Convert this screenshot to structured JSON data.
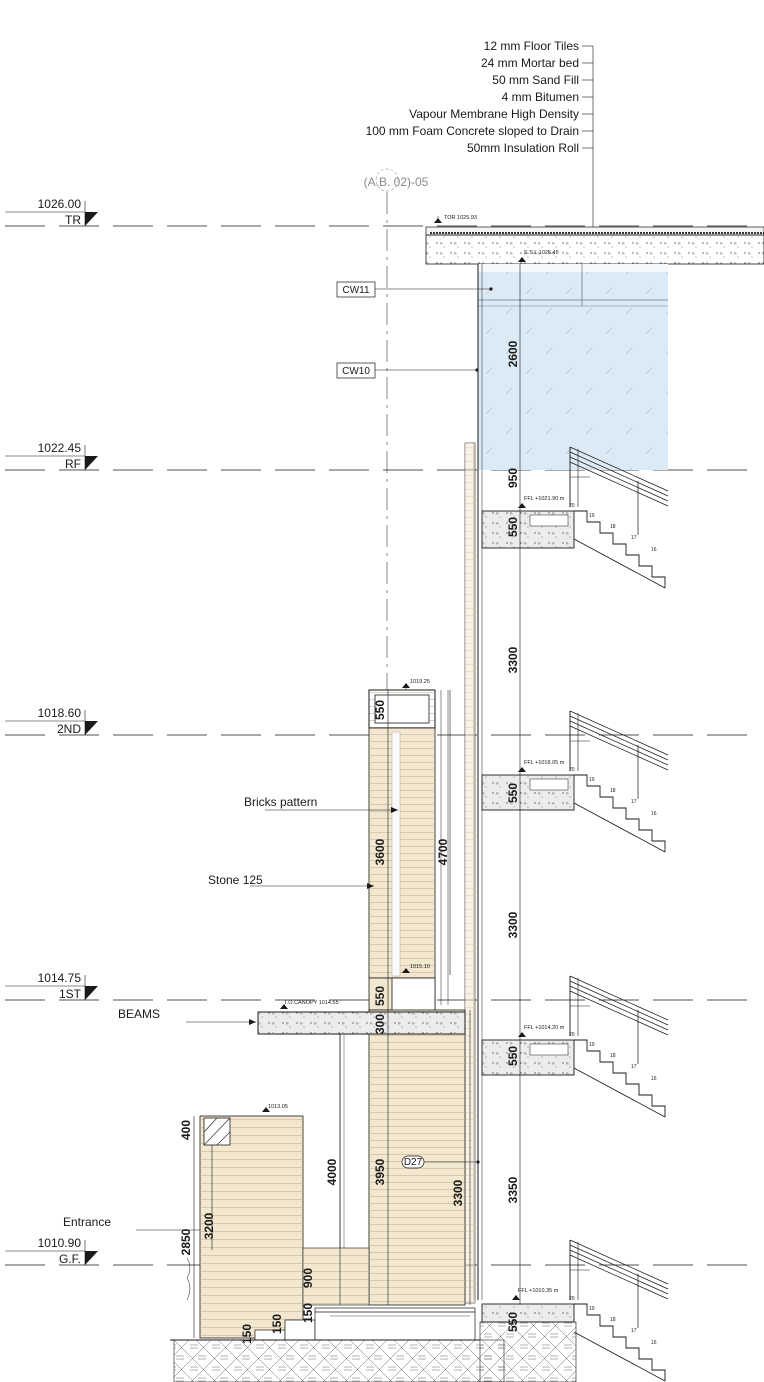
{
  "levels": [
    {
      "value": "1026.00",
      "name": "TR"
    },
    {
      "value": "1022.45",
      "name": "RF"
    },
    {
      "value": "1018.60",
      "name": "2ND"
    },
    {
      "value": "1014.75",
      "name": "1ST"
    },
    {
      "value": "1010.90",
      "name": "G.F."
    }
  ],
  "roof_layers": [
    "12 mm Floor Tiles",
    "24 mm Mortar bed",
    "50 mm Sand Fill",
    "4 mm Bitumen",
    "Vapour Membrane High Density",
    "100 mm Foam Concrete sloped to Drain",
    "50mm Insulation Roll"
  ],
  "grid_ref": "(A.B. 02)-05",
  "tags": {
    "cw11": "CW11",
    "cw10": "CW10",
    "d27": "D27"
  },
  "notes": {
    "bricks": "Bricks pattern",
    "stone": "Stone 125",
    "beams": "BEAMS",
    "entrance": "Entrance"
  },
  "spot_levels": {
    "tor": "TOR 1025.93",
    "ssl": "S.S.L 1025.45",
    "ffl_rf": "FFL +1021.90 m",
    "ffl_2nd": "FFL +1018.05 m",
    "ffl_1st": "FFL +1014.20 m",
    "ffl_gf": "FFL +1010.35 m",
    "pier_top": "1019.25",
    "pier_lower": "1015.10",
    "canopy": "T.O.CANOPY 1014.55",
    "ent_top": "1013.05"
  },
  "dimensions": {
    "d2600": "2600",
    "d950": "950",
    "d550a": "550",
    "d3300a": "3300",
    "d550b": "550",
    "d3300b": "3300",
    "d550c": "550",
    "d3350": "3350",
    "d550d": "550",
    "p550a": "550",
    "p3600": "3600",
    "p4700": "4700",
    "p550b": "550",
    "p300": "300",
    "p3950": "3950",
    "p4000": "4000",
    "p3300": "3300",
    "p900": "900",
    "p150a": "150",
    "e400": "400",
    "e3200": "3200",
    "e2850": "2850",
    "e150b": "150",
    "e150c": "150"
  },
  "stair_numbers": {
    "s20a": "20",
    "s19a": "19",
    "s18a": "18",
    "s17a": "17",
    "s16a": "16",
    "s20b": "20",
    "s19b": "19",
    "s18b": "18",
    "s17b": "17",
    "s16b": "16",
    "s20c": "20",
    "s19c": "19",
    "s18c": "18",
    "s17c": "17",
    "s16c": "16",
    "s20d": "20",
    "s19d": "19",
    "s18d": "18",
    "s17d": "17",
    "s16d": "16"
  },
  "colors": {
    "line": "#1a1a1a",
    "glass": "#dceaf5",
    "stone": "#f3e8cf",
    "concrete": "#ececec"
  }
}
